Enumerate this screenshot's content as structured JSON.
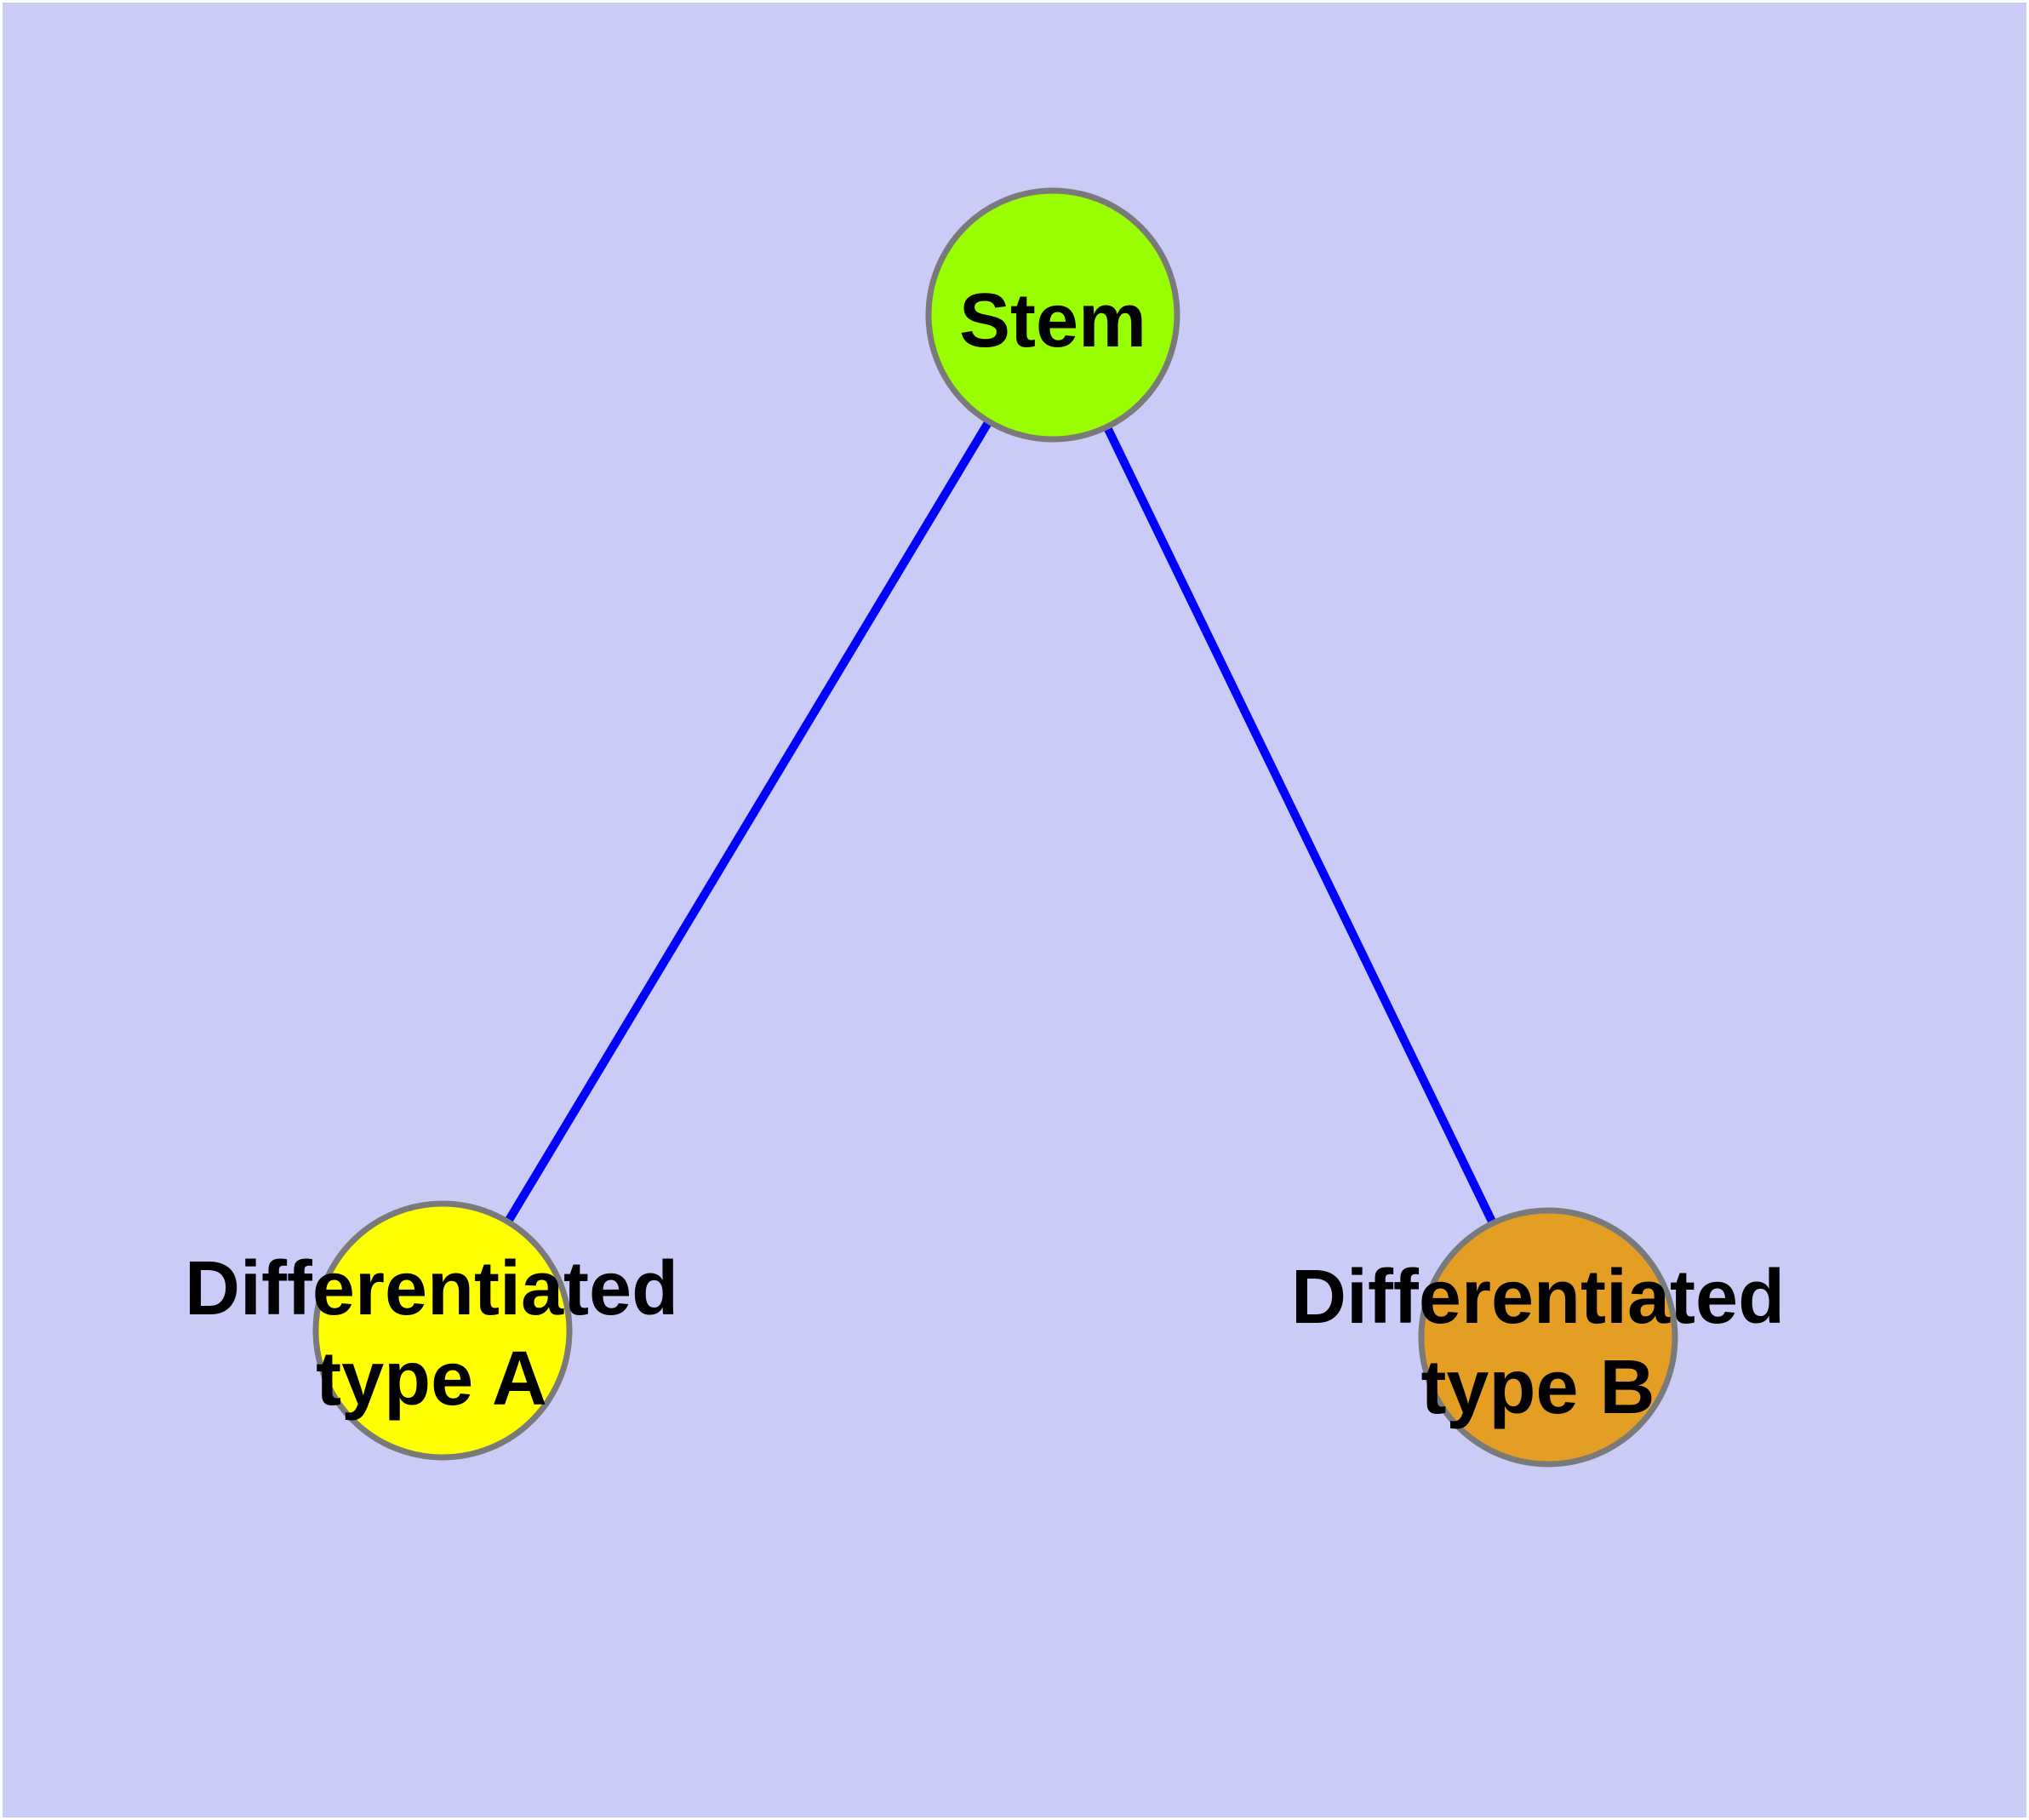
{
  "diagram": {
    "type": "node-link-graph",
    "background_color": "#CBCBF7",
    "edge_color": "#0000FF",
    "node_border_color": "#7A7A7A",
    "label_color": "#000000",
    "nodes": [
      {
        "id": "stem",
        "label": "Stem",
        "fill_color": "#99FF00"
      },
      {
        "id": "differentiated-type-a",
        "label": "Differentiated\ntype A",
        "fill_color": "#FFFF00"
      },
      {
        "id": "differentiated-type-b",
        "label": "Differentiated\ntype B",
        "fill_color": "#E49E24"
      }
    ],
    "edges": [
      {
        "from": "stem",
        "to": "differentiated-type-a"
      },
      {
        "from": "stem",
        "to": "differentiated-type-b"
      }
    ]
  }
}
